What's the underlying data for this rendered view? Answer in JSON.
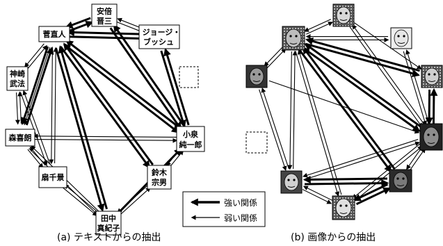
{
  "panels": {
    "left": {
      "caption": "(a) テキストからの抽出",
      "nodes": [
        {
          "id": "abe",
          "lines": [
            "安倍",
            "晋三"
          ]
        },
        {
          "id": "kan",
          "lines": [
            "菅直人"
          ]
        },
        {
          "id": "bush",
          "lines": [
            "ジョージ・",
            "ブッシュ"
          ]
        },
        {
          "id": "kanzaki",
          "lines": [
            "神崎",
            "武法"
          ]
        },
        {
          "id": "mori",
          "lines": [
            "森喜朗"
          ]
        },
        {
          "id": "ogi",
          "lines": [
            "扇千景"
          ]
        },
        {
          "id": "tanaka",
          "lines": [
            "田中",
            "真紀子"
          ]
        },
        {
          "id": "suzuki",
          "lines": [
            "鈴木",
            "宗男"
          ]
        },
        {
          "id": "koizumi",
          "lines": [
            "小泉",
            "純一郎"
          ]
        }
      ]
    },
    "right": {
      "caption": "(b) 画像からの抽出"
    }
  },
  "legend": {
    "strong_label": "強い関係",
    "weak_label": "弱い関係"
  },
  "colors": {
    "line": "#000000",
    "background": "#ffffff"
  }
}
